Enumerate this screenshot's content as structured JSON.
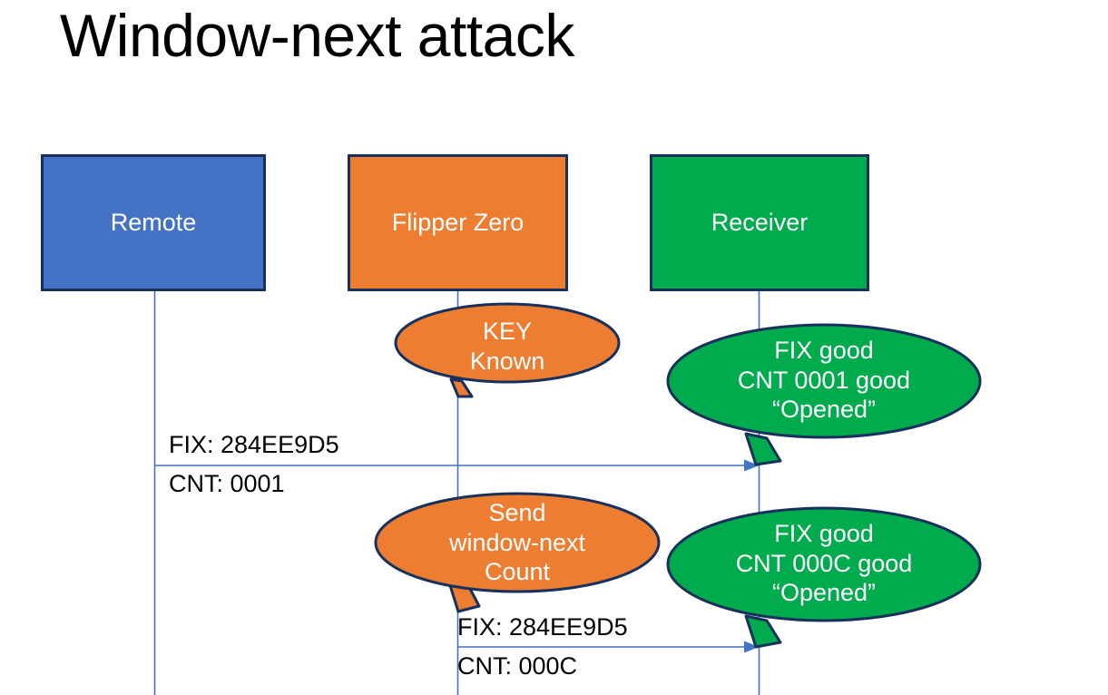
{
  "slide": {
    "title": "Window-next attack",
    "background": "#FFFFFF"
  },
  "colors": {
    "remote_fill": "#4472C4",
    "flipper_fill": "#ED7D31",
    "receiver_fill": "#00AB4E",
    "box_border": "#17315C",
    "lifeline": "#4472C4",
    "arrow": "#4472C4",
    "text_dark": "#000000",
    "text_light": "#FFFFFF"
  },
  "actors": [
    {
      "id": "remote",
      "label": "Remote",
      "fill": "#4472C4"
    },
    {
      "id": "flipper",
      "label": "Flipper Zero",
      "fill": "#ED7D31"
    },
    {
      "id": "receiver",
      "label": "Receiver",
      "fill": "#00AB4E"
    }
  ],
  "bubbles": [
    {
      "id": "key-known",
      "owner": "flipper",
      "fill": "#ED7D31",
      "lines": [
        "KEY",
        "Known"
      ]
    },
    {
      "id": "receiver-ack-1",
      "owner": "receiver",
      "fill": "#00AB4E",
      "lines": [
        "FIX good",
        "CNT 0001 good",
        "“Opened”"
      ]
    },
    {
      "id": "send-window-next",
      "owner": "flipper",
      "fill": "#ED7D31",
      "lines": [
        "Send",
        "window-next",
        "Count"
      ]
    },
    {
      "id": "receiver-ack-2",
      "owner": "receiver",
      "fill": "#00AB4E",
      "lines": [
        "FIX good",
        "CNT 000C good",
        "“Opened”"
      ]
    }
  ],
  "messages": [
    {
      "id": "msg1",
      "from": "remote",
      "to": "receiver",
      "label_above": "FIX: 284EE9D5",
      "label_below": "CNT: 0001"
    },
    {
      "id": "msg2",
      "from": "flipper",
      "to": "receiver",
      "label_above": "FIX: 284EE9D5",
      "label_below": "CNT: 000C"
    }
  ]
}
